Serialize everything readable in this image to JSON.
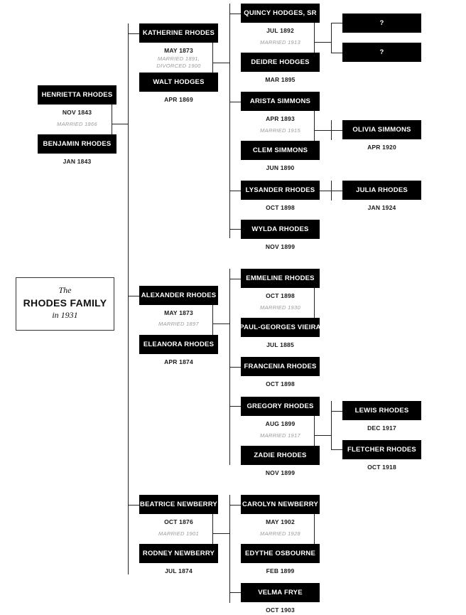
{
  "title": {
    "pre": "The",
    "main": "RHODES FAMILY",
    "post": "in 1931"
  },
  "people": {
    "henrietta": {
      "name": "HENRIETTA RHODES",
      "born": "NOV 1843"
    },
    "benjamin": {
      "name": "BENJAMIN RHODES",
      "born": "JAN 1843"
    },
    "katherine": {
      "name": "KATHERINE RHODES",
      "born": "MAY 1873"
    },
    "walt": {
      "name": "WALT HODGES",
      "born": "APR 1869"
    },
    "alexander": {
      "name": "ALEXANDER RHODES",
      "born": "MAY 1873"
    },
    "eleanora": {
      "name": "ELEANORA RHODES",
      "born": "APR 1874"
    },
    "beatrice": {
      "name": "BEATRICE NEWBERRY",
      "born": "OCT 1876"
    },
    "rodney": {
      "name": "RODNEY NEWBERRY",
      "born": "JUL 1874"
    },
    "quincy": {
      "name": "QUINCY HODGES, SR",
      "born": "JUL 1892"
    },
    "deidre": {
      "name": "DEIDRE HODGES",
      "born": "MAR 1895"
    },
    "arista": {
      "name": "ARISTA SIMMONS",
      "born": "APR 1893"
    },
    "clem": {
      "name": "CLEM SIMMONS",
      "born": "JUN 1890"
    },
    "lysander": {
      "name": "LYSANDER RHODES",
      "born": "OCT 1898"
    },
    "wylda": {
      "name": "WYLDA RHODES",
      "born": "NOV 1899"
    },
    "emmeline": {
      "name": "EMMELINE RHODES",
      "born": "OCT 1898"
    },
    "paul": {
      "name": "PAUL-GEORGES VIEIRA",
      "born": "JUL 1885"
    },
    "francenia": {
      "name": "FRANCENIA RHODES",
      "born": "OCT 1898"
    },
    "gregory": {
      "name": "GREGORY RHODES",
      "born": "AUG 1899"
    },
    "zadie": {
      "name": "ZADIE RHODES",
      "born": "NOV 1899"
    },
    "carolyn": {
      "name": "CAROLYN NEWBERRY",
      "born": "MAY 1902"
    },
    "edythe": {
      "name": "EDYTHE OSBOURNE",
      "born": "FEB 1899"
    },
    "velma": {
      "name": "VELMA FRYE",
      "born": "OCT 1903"
    },
    "unknown1": {
      "name": "?"
    },
    "unknown2": {
      "name": "?"
    },
    "olivia": {
      "name": "OLIVIA SIMMONS",
      "born": "APR 1920"
    },
    "julia": {
      "name": "JULIA RHODES",
      "born": "JAN 1924"
    },
    "lewis": {
      "name": "LEWIS RHODES",
      "born": "DEC 1917"
    },
    "fletcher": {
      "name": "FLETCHER RHODES",
      "born": "OCT 1918"
    }
  },
  "marriages": {
    "henrietta_benjamin": "MARRIED 1866",
    "katherine_walt": [
      "MARRIED 1891,",
      "DIVORCED 1900"
    ],
    "alexander_eleanora": "MARRIED 1897",
    "beatrice_rodney": "MARRIED 1901",
    "quincy_deidre": "MARRIED 1913",
    "arista_clem": "MARRIED 1915",
    "emmeline_paul": "MARRIED 1930",
    "gregory_zadie": "MARRIED 1917",
    "carolyn_edythe": "MARRIED 1928"
  },
  "colors": {
    "box": "#000000",
    "box_text": "#ffffff",
    "line": "#222222",
    "note": "#9a9a9a"
  }
}
